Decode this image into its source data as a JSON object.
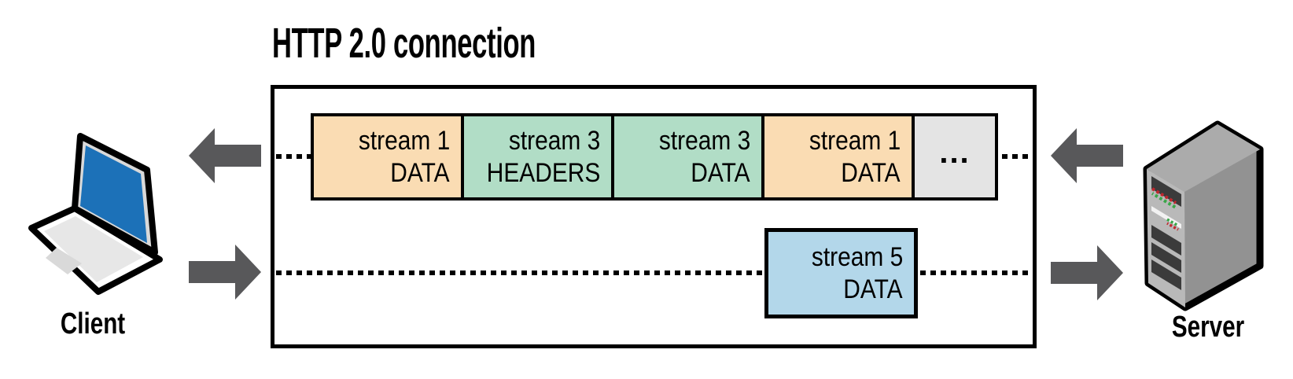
{
  "title": "HTTP 2.0 connection",
  "client": {
    "label": "Client"
  },
  "server": {
    "label": "Server"
  },
  "connection": {
    "top_lane": {
      "direction": "server-to-client",
      "frames": [
        {
          "stream": "stream 1",
          "frame_type": "DATA"
        },
        {
          "stream": "stream 3",
          "frame_type": "HEADERS"
        },
        {
          "stream": "stream 3",
          "frame_type": "DATA"
        },
        {
          "stream": "stream 1",
          "frame_type": "DATA"
        }
      ],
      "ellipsis": "..."
    },
    "bottom_lane": {
      "direction": "client-to-server",
      "frames": [
        {
          "stream": "stream 5",
          "frame_type": "DATA"
        }
      ]
    }
  },
  "colors": {
    "stream1_frame": "#FADCB3",
    "stream3_frame": "#B1DDC6",
    "stream5_frame": "#B3D7EA",
    "ellipsis_frame": "#E4E4E4",
    "arrow": "#58585A",
    "outline": "#000000",
    "laptop_screen": "#1C71B8"
  }
}
